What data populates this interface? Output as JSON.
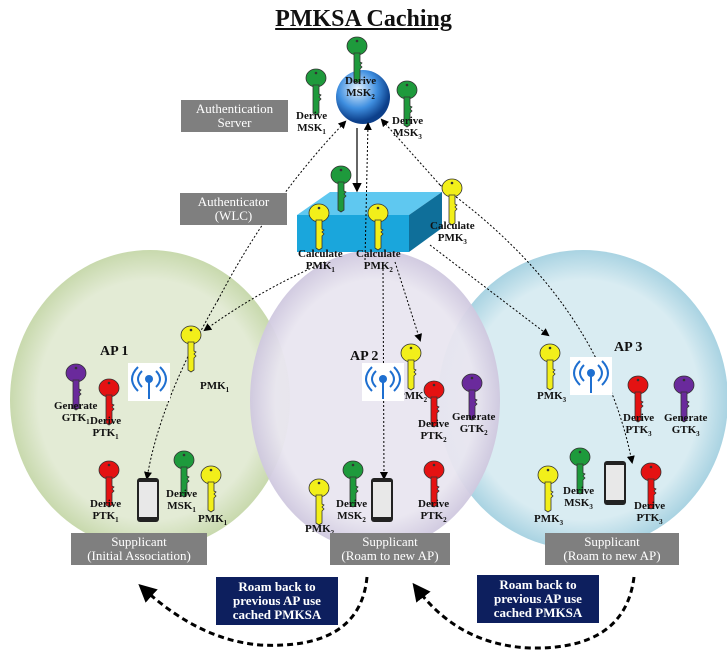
{
  "title": "PMKSA Caching",
  "roles": {
    "auth_server": [
      "Authentication",
      "Server"
    ],
    "authenticator": [
      "Authenticator",
      "(WLC)"
    ]
  },
  "server_keys": [
    {
      "label": "Derive",
      "key": "MSK",
      "sub": "1",
      "color": "#1e9a3c"
    },
    {
      "label": "Derive",
      "key": "MSK",
      "sub": "2",
      "color": "#1e9a3c"
    },
    {
      "label": "Derive",
      "key": "MSK",
      "sub": "3",
      "color": "#1e9a3c"
    }
  ],
  "wlc_keys": [
    {
      "label": "Calculate",
      "key": "PMK",
      "sub": "1",
      "color": "#f2ef1a"
    },
    {
      "label": "Calculate",
      "key": "PMK",
      "sub": "2",
      "color": "#f2ef1a"
    },
    {
      "label": "Calculate",
      "key": "PMK",
      "sub": "3",
      "color": "#f2ef1a"
    }
  ],
  "aps": [
    {
      "name": "AP 1",
      "circle_color": "#dfe8cf",
      "pmk": "PMK",
      "pmk_sub": "1",
      "gtk": [
        "Generate",
        "GTK"
      ],
      "gtk_sub": "1",
      "ptk": [
        "Derive",
        "PTK"
      ],
      "ptk_sub": "1",
      "supplicant": {
        "ptk": [
          "Derive",
          "PTK"
        ],
        "ptk_sub": "1",
        "msk": [
          "Derive",
          "MSK"
        ],
        "msk_sub": "1",
        "pmk": "PMK",
        "pmk_sub": "1",
        "label": [
          "Supplicant",
          "(Initial Association)"
        ]
      }
    },
    {
      "name": "AP 2",
      "circle_color": "#e6e2ee",
      "pmk": "PMK",
      "pmk_sub": "2",
      "gtk": [
        "Generate",
        "GTK"
      ],
      "gtk_sub": "2",
      "ptk": [
        "Derive",
        "PTK"
      ],
      "ptk_sub": "2",
      "supplicant": {
        "pmk": "PMK",
        "pmk_sub": "2",
        "msk": [
          "Derive",
          "MSK"
        ],
        "msk_sub": "2",
        "ptk": [
          "Derive",
          "PTK"
        ],
        "ptk_sub": "2",
        "label": [
          "Supplicant",
          "(Roam to new AP)"
        ]
      }
    },
    {
      "name": "AP 3",
      "circle_color": "#d6e9ef",
      "pmk": "PMK",
      "pmk_sub": "3",
      "gtk": [
        "Generate",
        "GTK"
      ],
      "gtk_sub": "3",
      "ptk": [
        "Derive",
        "PTK"
      ],
      "ptk_sub": "3",
      "supplicant": {
        "pmk": "PMK",
        "pmk_sub": "3",
        "msk": [
          "Derive",
          "MSK"
        ],
        "msk_sub": "3",
        "ptk": [
          "Derive",
          "PTK"
        ],
        "ptk_sub": "3",
        "label": [
          "Supplicant",
          "(Roam to new AP)"
        ]
      }
    }
  ],
  "roam_notes": [
    [
      "Roam back to",
      "previous AP use",
      "cached PMKSA"
    ],
    [
      "Roam back to",
      "previous AP use",
      "cached PMKSA"
    ]
  ],
  "colors": {
    "msk": "#1e9a3c",
    "pmk": "#f2ef1a",
    "ptk": "#e41212",
    "gtk": "#6a2a9c",
    "label_bg": "#7f7f7f",
    "note_bg": "#0d1f5e",
    "wlc": "#1aa6dc"
  }
}
